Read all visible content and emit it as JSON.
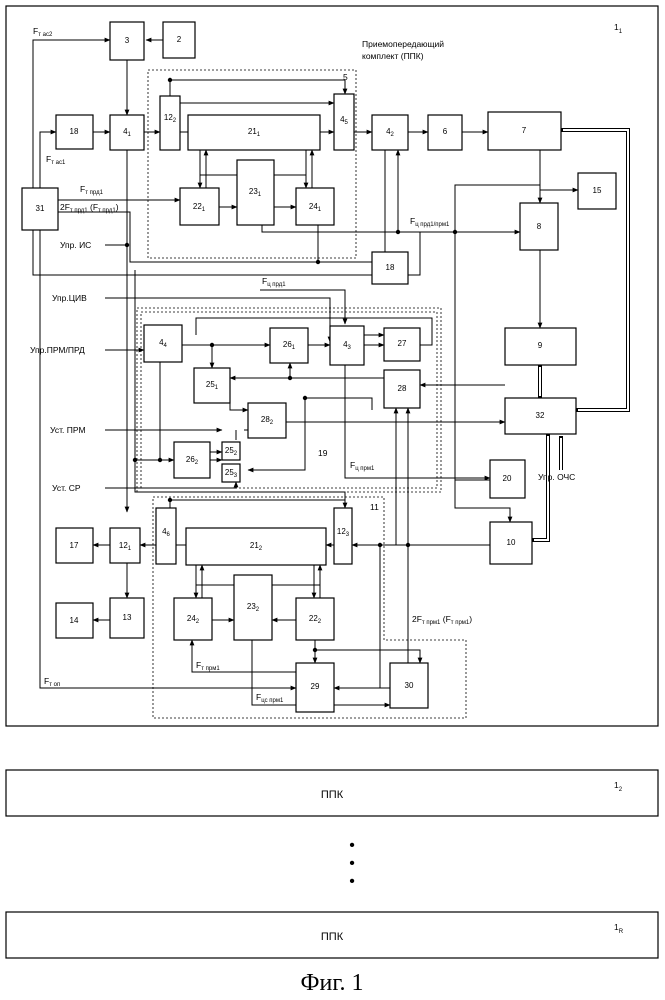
{
  "outer_frame_label": "1",
  "outer_frame_sub": "1",
  "frame_title_line1": "Приемопередающий",
  "frame_title_line2": "комплект (ППК)",
  "group_labels": {
    "g5": "5",
    "g19": "19",
    "g11": "11"
  },
  "blocks": {
    "b3": "3",
    "b2": "2",
    "b18a": "18",
    "b4_1": "4",
    "b4_1s": "1",
    "b12_2": "12",
    "b12_2s": "2",
    "b21_1": "21",
    "b21_1s": "1",
    "b4_5": "4",
    "b4_5s": "5",
    "b4_2": "4",
    "b4_2s": "2",
    "b6": "6",
    "b7": "7",
    "b15": "15",
    "b31": "31",
    "b22_1": "22",
    "b22_1s": "1",
    "b23_1": "23",
    "b23_1s": "1",
    "b24_1": "24",
    "b24_1s": "1",
    "b8": "8",
    "b18b": "18",
    "b4_4": "4",
    "b4_4s": "4",
    "b26_1": "26",
    "b26_1s": "1",
    "b4_3": "4",
    "b4_3s": "3",
    "b27": "27",
    "b9": "9",
    "b25_1": "25",
    "b25_1s": "1",
    "b28a": "28",
    "b28b": "28",
    "b28bs": "2",
    "b32": "32",
    "b25_2": "25",
    "b25_2s": "2",
    "b26_2": "26",
    "b26_2s": "2",
    "b25_3": "25",
    "b25_3s": "3",
    "b20": "20",
    "b4_6": "4",
    "b4_6s": "6",
    "b21_2": "21",
    "b21_2s": "2",
    "b12_3": "12",
    "b12_3s": "3",
    "b17": "17",
    "b12_1": "12",
    "b12_1s": "1",
    "b10": "10",
    "b14": "14",
    "b13": "13",
    "b24_2": "24",
    "b24_2s": "2",
    "b23_2": "23",
    "b23_2s": "2",
    "b22_2": "22",
    "b22_2s": "2",
    "b29": "29",
    "b30": "30"
  },
  "signals": {
    "f_tac2": "F",
    "f_tac2_sub": "т ас2",
    "f_tac1": "F",
    "f_tac1_sub": "т ас1",
    "f_tprd1": "F",
    "f_tprd1_sub": "т прд1",
    "f2_tprd1": "2F",
    "f2_tprd1_sub": "т прд1",
    "f2_tprd1_b": " (F",
    "f2_tprd1_bsub": "т прд1",
    "f2_tprd1_e": ")",
    "f_cprd1prm1": "F",
    "f_cprd1prm1_sub": "ц прд1/прм1",
    "f_cprd1": "F",
    "f_cprd1_sub": "ц прд1",
    "f_cprm1": "F",
    "f_cprm1_sub": "ц прм1",
    "f2_tprm1": "2F",
    "f2_tprm1_sub": "т прм1",
    "f2_tprm1_b": " (F",
    "f2_tprm1_bsub": "т прм1",
    "f2_tprm1_e": ")",
    "f_tprm1": "F",
    "f_tprm1_sub": "т прм1",
    "f_top": "F",
    "f_top_sub": "т оп",
    "f_cprm1b": "F",
    "f_cprm1b_sub": "цс прм1"
  },
  "inputs": {
    "upr_is": "Упр. ИС",
    "upr_civ": "Упр.ЦИВ",
    "upr_prm_prd": "Упр.ПРМ/ПРД",
    "ust_prm": "Уст. ПРМ",
    "ust_sr": "Уст. СР",
    "upr_ochs": "Упр. ОЧС"
  },
  "ppk_rows": [
    {
      "label": "ППК",
      "num": "1",
      "sub": "2"
    },
    {
      "label": "ППК",
      "num": "1",
      "sub": "R"
    }
  ],
  "ellipsis_dots": [
    "•",
    "•",
    "•"
  ],
  "caption": "Фиг. 1"
}
